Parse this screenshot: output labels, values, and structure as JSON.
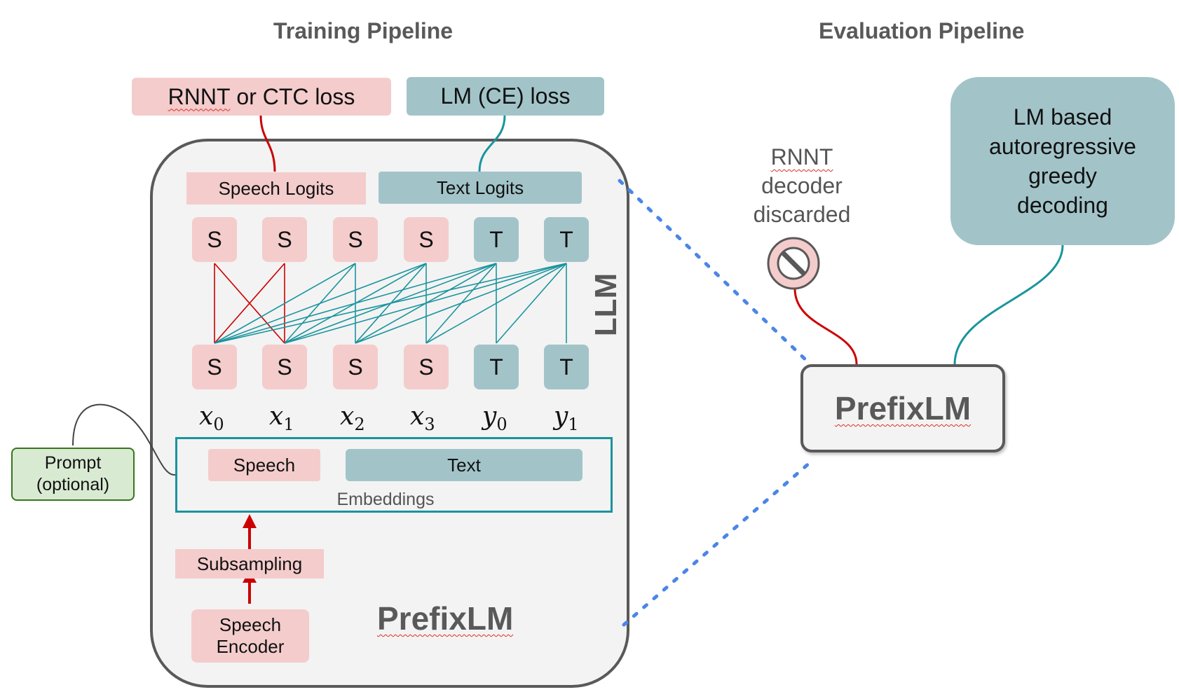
{
  "training": {
    "title": "Training Pipeline",
    "rnnt_ctc_loss": {
      "prefix": "RNNT",
      "suffix": " or CTC loss"
    },
    "lm_loss": "LM (CE) loss",
    "speech_logits": "Speech Logits",
    "text_logits": "Text Logits",
    "top_tokens": [
      "S",
      "S",
      "S",
      "S",
      "T",
      "T"
    ],
    "bottom_tokens": [
      "S",
      "S",
      "S",
      "S",
      "T",
      "T"
    ],
    "variables": [
      {
        "base": "x",
        "sub": "0"
      },
      {
        "base": "x",
        "sub": "1"
      },
      {
        "base": "x",
        "sub": "2"
      },
      {
        "base": "x",
        "sub": "3"
      },
      {
        "base": "y",
        "sub": "0"
      },
      {
        "base": "y",
        "sub": "1"
      }
    ],
    "llm_label": "LLM",
    "embeddings": {
      "speech": "Speech",
      "text": "Text",
      "label": "Embeddings"
    },
    "prompt": {
      "line1": "Prompt",
      "line2": "(optional)"
    },
    "subsampling": "Subsampling",
    "speech_encoder": {
      "line1": "Speech",
      "line2": "Encoder"
    },
    "prefixlm": "PrefixLM"
  },
  "evaluation": {
    "title": "Evaluation Pipeline",
    "rnnt_discarded": {
      "line1": "RNNT",
      "line2": "decoder",
      "line3": "discarded"
    },
    "lm_decoding": {
      "line1": "LM based",
      "line2": "autoregressive",
      "line3": "greedy",
      "line4": "decoding"
    },
    "prefixlm": "PrefixLM"
  },
  "colors": {
    "speech_pink": "#f4cccc",
    "text_teal": "#a2c4c9",
    "red_line": "#cc0000",
    "teal_line": "#1a949e",
    "dotted_blue": "#4a86e8",
    "prompt_green": "#d9ead3",
    "prompt_border": "#38761d"
  },
  "icons": {
    "discard": "no-entry-icon"
  }
}
